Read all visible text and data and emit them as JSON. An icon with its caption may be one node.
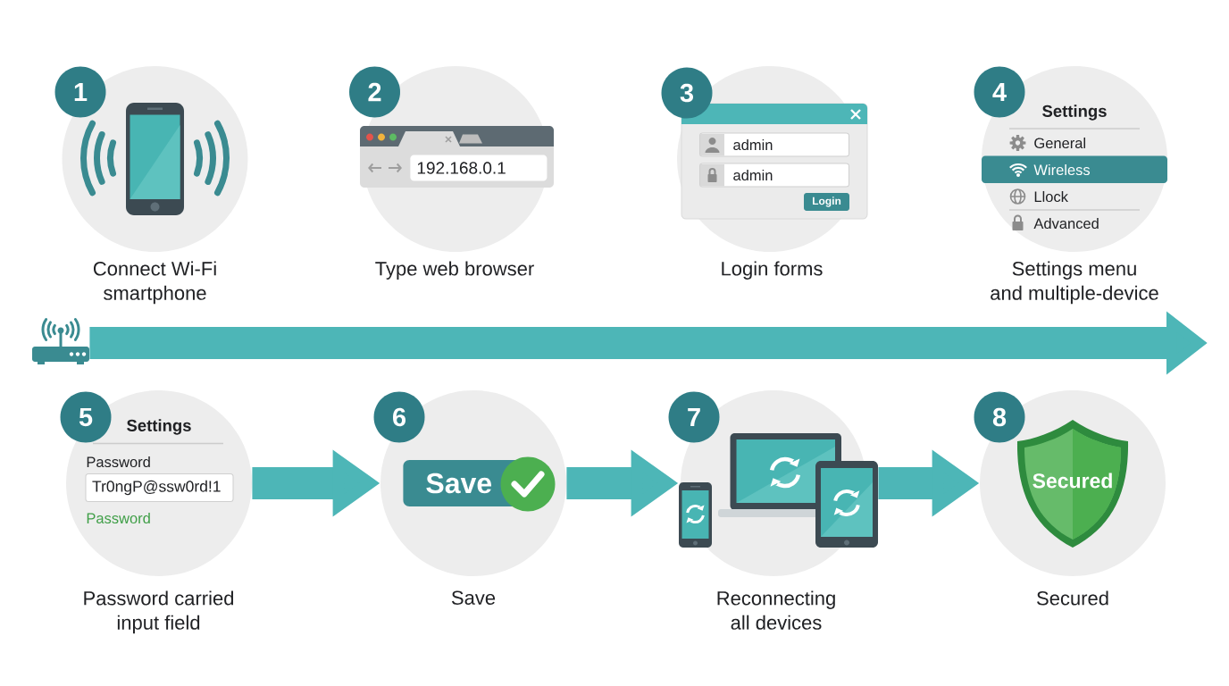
{
  "diagram": {
    "nodes": [
      {
        "text": [
          "1"
        ]
      },
      {
        "text": [],
        "shape": "circle",
        "beside": [
          "Connect Wi-Fi smartphone"
        ]
      },
      {
        "text": [
          "2"
        ]
      },
      {
        "text": [
          "192.168.0.1"
        ],
        "beside": [
          "Type web browser"
        ]
      },
      {
        "text": [
          "3"
        ]
      },
      {
        "text": [
          "admin",
          "admin",
          "Login"
        ],
        "beside": [
          "Login forms"
        ]
      },
      {
        "text": [
          "4"
        ]
      },
      {
        "text": [
          "Settings",
          "General",
          "Wireless",
          "Llock",
          "Advanced"
        ],
        "beside": [
          "Settings menu and multiple-device"
        ]
      },
      {
        "text": [],
        "shape": "picture"
      },
      {
        "text": [
          "5"
        ]
      },
      {
        "text": [
          "Settings",
          "Password",
          "Tr0ngP@ssw0rd!1",
          "Password"
        ],
        "beside": [
          "Password carried input field"
        ]
      },
      {
        "text": [
          "6"
        ]
      },
      {
        "text": [
          "Save"
        ],
        "beside": [
          "Save"
        ]
      },
      {
        "text": [
          "7"
        ]
      },
      {
        "text": [],
        "shape": "circle",
        "beside": [
          "Reconnecting all devices"
        ]
      },
      {
        "text": [
          "8"
        ]
      },
      {
        "text": [
          "Secured"
        ],
        "beside": [
          "Secured"
        ]
      }
    ],
    "edges": [
      {
        "from": 8,
        "to": null,
        "arrow": "to"
      },
      {
        "from": 10,
        "to": 12,
        "arrow": "to"
      },
      {
        "from": 12,
        "to": 14,
        "arrow": "to"
      },
      {
        "from": 14,
        "to": 16,
        "arrow": "to"
      }
    ]
  }
}
